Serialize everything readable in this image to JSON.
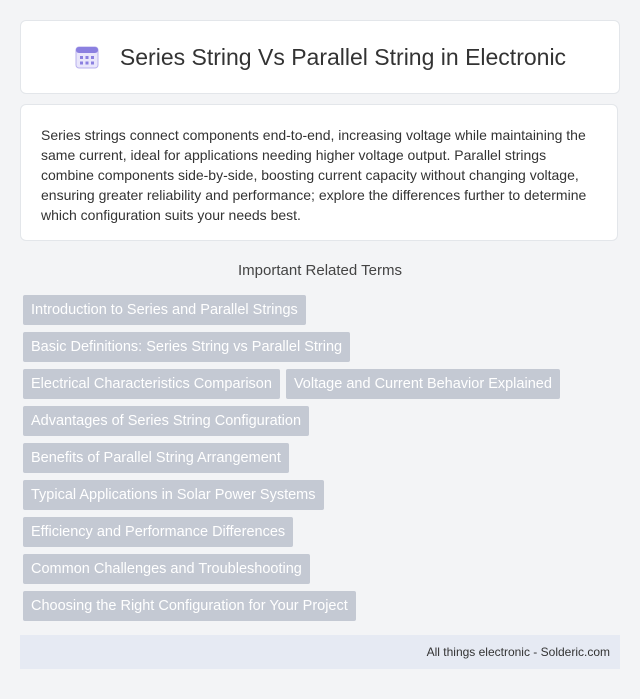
{
  "header": {
    "title": "Series String Vs Parallel String in Electronic",
    "icon": "calendar-grid-icon"
  },
  "summary": {
    "text": "Series strings connect components end-to-end, increasing voltage while maintaining the same current, ideal for applications needing higher voltage output. Parallel strings combine components side-by-side, boosting current capacity without changing voltage, ensuring greater reliability and performance; explore the differences further to determine which configuration suits your needs best."
  },
  "related": {
    "title": "Important Related Terms",
    "tags": [
      "Introduction to Series and Parallel Strings",
      "Basic Definitions: Series String vs Parallel String",
      "Electrical Characteristics Comparison",
      "Voltage and Current Behavior Explained",
      "Advantages of Series String Configuration",
      "Benefits of Parallel String Arrangement",
      "Typical Applications in Solar Power Systems",
      "Efficiency and Performance Differences",
      "Common Challenges and Troubleshooting",
      "Choosing the Right Configuration for Your Project"
    ]
  },
  "footer": {
    "text": "All things electronic - Solderic.com"
  },
  "colors": {
    "tag_bg": "#c4c9d3",
    "footer_bg": "#e6eaf3",
    "icon_accent": "#7b6fd6"
  }
}
